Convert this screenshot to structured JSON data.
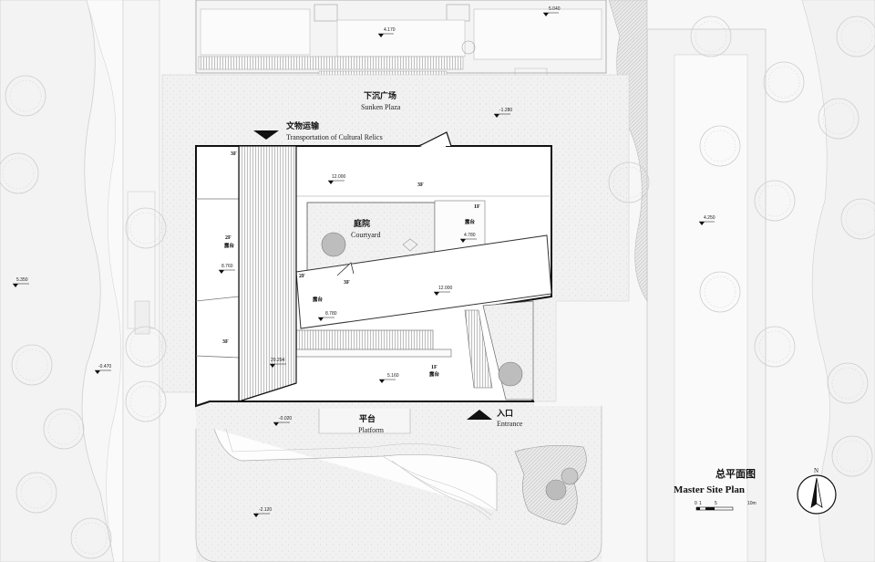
{
  "labels": {
    "sunken_plaza_cn": "下沉广场",
    "sunken_plaza_en": "Sunken Plaza",
    "transport_cn": "文物运输",
    "transport_en": "Transportation of Cultural Relics",
    "courtyard_cn": "庭院",
    "courtyard_en": "Courtyard",
    "platform_cn": "平台",
    "platform_en": "Platform",
    "entrance_cn": "入口",
    "entrance_en": "Entrance",
    "terrace_1": "露台",
    "terrace_2": "露台",
    "terrace_3": "露台",
    "terrace_4": "露台"
  },
  "floors": {
    "f3_left": "3F",
    "f2_left": "2F",
    "f3_left_lower": "3F",
    "f3_top": "3F",
    "f1_right": "1F",
    "f2_mid": "2F",
    "f3_band": "3F",
    "f1_bottom": "1F"
  },
  "levels": {
    "l_5040": "5.040",
    "l_4170": "4.170",
    "l_m1280": "-1.280",
    "l_4250": "4.250",
    "l_5350": "5.350",
    "l_m0470": "-0.470",
    "l_12000_top": "12.000",
    "l_8760_left": "8.760",
    "l_4780": "4.780",
    "l_12000_band": "12.000",
    "l_8780": "8.780",
    "l_20294": "20.294",
    "l_5160": "5.160",
    "l_m0020": "-0.020",
    "l_m2120": "-2.120"
  },
  "title": {
    "cn": "总平面图",
    "en": "Master Site Plan"
  },
  "scale": {
    "t0": "0",
    "t1": "1",
    "t5": "5",
    "t10": "10m"
  },
  "north": "N"
}
